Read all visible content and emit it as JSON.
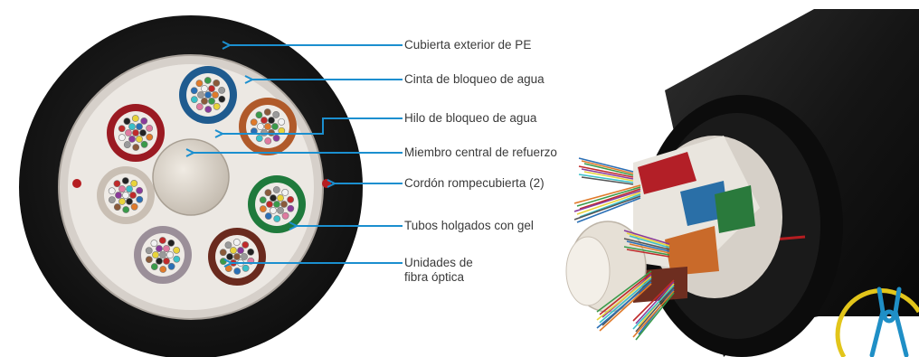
{
  "labels": {
    "outer_jacket": "Cubierta exterior de PE",
    "water_tape": "Cinta de bloqueo de agua",
    "water_yarn": "Hilo de bloqueo de agua",
    "central_member": "Miembro central de refuerzo",
    "ripcord": "Cordón rompecubierta (2)",
    "loose_tubes": "Tubos holgados con gel",
    "fiber_units_line1": "Unidades de",
    "fiber_units_line2": "fibra óptica"
  },
  "colors": {
    "jacket": "#1c1c1c",
    "tape": "#d9d4cf",
    "interior": "#ece8e3",
    "central_member": "#c9c0b4",
    "arrow": "#1b8fcf",
    "ripcord": "#b51d21",
    "logo_blue": "#1f8fc6",
    "logo_yellow": "#e2c51a"
  },
  "tubes": [
    {
      "name": "blue-tube",
      "color": "#1f5b8f"
    },
    {
      "name": "orange-tube",
      "color": "#b05a2a"
    },
    {
      "name": "green-tube",
      "color": "#1f7a3c"
    },
    {
      "name": "brown-tube",
      "color": "#6a2a1e"
    },
    {
      "name": "gray-tube",
      "color": "#9b8f99"
    },
    {
      "name": "white-tube",
      "color": "#c9bfb4"
    },
    {
      "name": "red-tube",
      "color": "#9b1a22"
    }
  ]
}
